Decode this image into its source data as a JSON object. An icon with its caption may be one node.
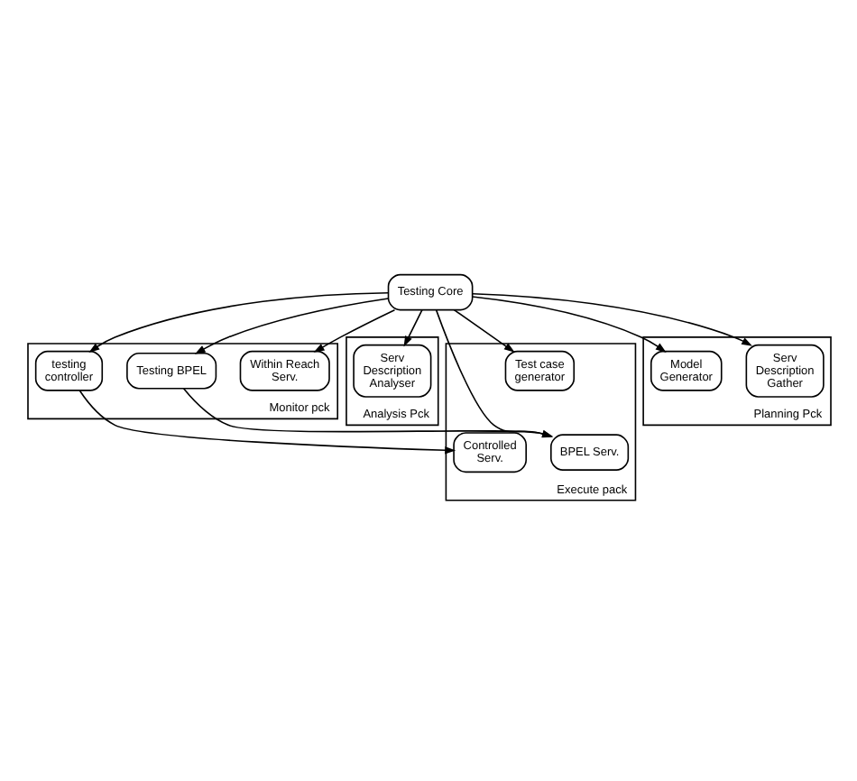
{
  "diagram": {
    "nodes": [
      {
        "text": [
          "Monitor pck"
        ]
      },
      {
        "text": [
          "Within Reach Serv."
        ],
        "in": 0
      },
      {
        "text": [
          "Testing BPEL"
        ],
        "in": 0
      },
      {
        "text": [
          "testing controller"
        ],
        "in": 0
      },
      {
        "text": [
          "Analysis Pck"
        ]
      },
      {
        "text": [
          "Serv Description Analyser"
        ],
        "in": 4
      },
      {
        "text": [
          "Testing Core"
        ]
      },
      {
        "text": [
          "Execute pack"
        ]
      },
      {
        "text": [
          "BPEL Serv."
        ],
        "in": 7
      },
      {
        "text": [
          "Controlled Serv."
        ],
        "in": 7
      },
      {
        "text": [
          "Test case generator"
        ],
        "in": 7
      },
      {
        "text": [
          "Planning Pck"
        ]
      },
      {
        "text": [
          "Serv Description Gather"
        ],
        "in": 11
      },
      {
        "text": [
          "Model Generator"
        ],
        "in": 11
      }
    ],
    "edges": [
      {
        "from": 6,
        "to": 2,
        "arrow": "to"
      },
      {
        "from": 6,
        "to": 1,
        "arrow": "to"
      },
      {
        "from": 6,
        "to": 3,
        "arrow": "to"
      },
      {
        "from": 6,
        "to": 5,
        "arrow": "to"
      },
      {
        "from": 2,
        "to": 8,
        "arrow": "to"
      },
      {
        "from": 3,
        "to": 9,
        "arrow": "to"
      },
      {
        "from": 6,
        "to": 8,
        "arrow": "to"
      },
      {
        "from": 6,
        "to": 10,
        "arrow": "to"
      },
      {
        "from": 6,
        "to": 12,
        "arrow": "to"
      },
      {
        "from": 6,
        "to": 13,
        "arrow": "to"
      }
    ]
  }
}
